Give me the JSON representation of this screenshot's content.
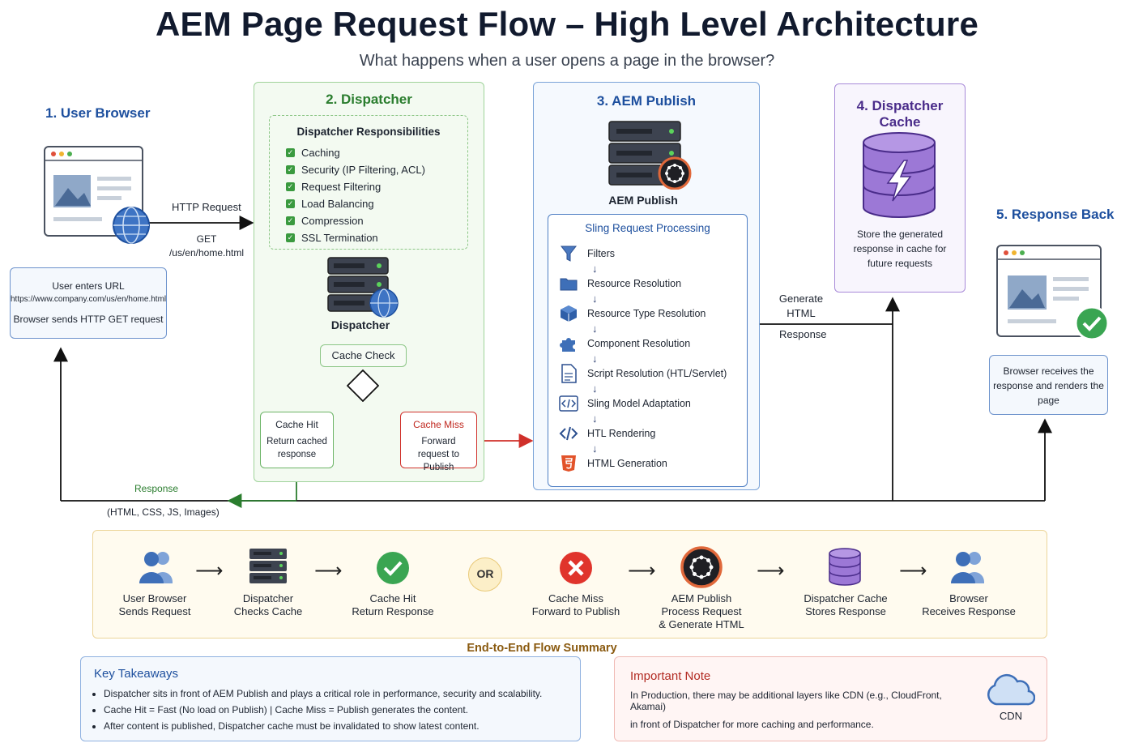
{
  "header": {
    "title": "AEM Page Request Flow – High Level Architecture",
    "subtitle": "What happens when a user opens a page in the browser?"
  },
  "user_browser": {
    "title": "1. User Browser",
    "request_label": "HTTP Request",
    "get_label": "GET",
    "path": "/us/en/home.html",
    "note_line1": "User enters URL",
    "note_url": "https://www.company.com/us/en/home.html",
    "note_line2": "Browser sends HTTP GET request"
  },
  "dispatcher": {
    "title": "2. Dispatcher",
    "responsibilities_title": "Dispatcher Responsibilities",
    "responsibilities": [
      "Caching",
      "Security (IP Filtering, ACL)",
      "Request Filtering",
      "Load Balancing",
      "Compression",
      "SSL Termination"
    ],
    "server_label": "Dispatcher",
    "cache_check": "Cache Check",
    "cache_hit_title": "Cache Hit",
    "cache_hit_text": "Return cached response",
    "cache_miss_title": "Cache Miss",
    "cache_miss_text": "Forward request to Publish"
  },
  "publish": {
    "title": "3. AEM Publish",
    "server_label": "AEM Publish",
    "sling_title": "Sling Request Processing",
    "steps": [
      "Filters",
      "Resource Resolution",
      "Resource Type Resolution",
      "Component Resolution",
      "Script Resolution (HTL/Servlet)",
      "Sling Model Adaptation",
      "HTL Rendering",
      "HTML Generation"
    ],
    "generate_label": "Generate HTML",
    "response_label": "Response"
  },
  "cache": {
    "title": "4. Dispatcher Cache",
    "text": "Store the generated response in cache for future requests"
  },
  "response_back": {
    "title": "5. Response Back",
    "text": "Browser receives the response and renders the page"
  },
  "response_line": {
    "label": "Response",
    "sub": "(HTML, CSS, JS, Images)"
  },
  "summary": {
    "title": "End-to-End Flow Summary",
    "or_label": "OR",
    "items": [
      {
        "line1": "User Browser",
        "line2": "Sends Request",
        "icon": "users-icon"
      },
      {
        "line1": "Dispatcher",
        "line2": "Checks Cache",
        "icon": "server-icon"
      },
      {
        "line1": "Cache Hit",
        "line2": "Return Response",
        "icon": "check-circle-icon"
      },
      {
        "line1": "Cache Miss",
        "line2": "Forward to Publish",
        "icon": "x-circle-icon"
      },
      {
        "line1": "AEM Publish",
        "line2": "Process Request",
        "line3": "& Generate HTML",
        "icon": "aem-icon"
      },
      {
        "line1": "Dispatcher Cache",
        "line2": "Stores Response",
        "icon": "database-icon"
      },
      {
        "line1": "Browser",
        "line2": "Receives Response",
        "icon": "users-icon"
      }
    ]
  },
  "takeaways": {
    "title": "Key Takeaways",
    "items": [
      "Dispatcher sits in front of AEM Publish and plays a critical role in performance, security and scalability.",
      "Cache Hit = Fast (No load on Publish)  |  Cache Miss = Publish generates the content.",
      "After content is published, Dispatcher cache must be invalidated to show latest content."
    ]
  },
  "note": {
    "title": "Important Note",
    "line1": "In Production, there may be additional layers like CDN (e.g., CloudFront, Akamai)",
    "line2": "in front of Dispatcher for more caching and performance.",
    "cdn_label": "CDN"
  },
  "colors": {
    "accent_blue": "#1d4f9e",
    "green": "#2a7d2e",
    "red": "#d0302a",
    "purple": "#7b56c2"
  }
}
